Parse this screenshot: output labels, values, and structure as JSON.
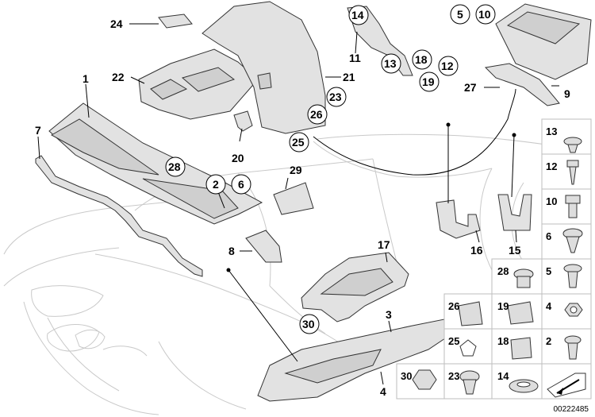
{
  "diagram": {
    "reference_number": "00222485",
    "callouts": [
      {
        "id": "c24",
        "text": "24"
      },
      {
        "id": "c22",
        "text": "22"
      },
      {
        "id": "c1",
        "text": "1"
      },
      {
        "id": "c7",
        "text": "7"
      },
      {
        "id": "c20",
        "text": "20"
      },
      {
        "id": "c21",
        "text": "21"
      },
      {
        "id": "c23",
        "text": "23"
      },
      {
        "id": "c26",
        "text": "26"
      },
      {
        "id": "c25",
        "text": "25"
      },
      {
        "id": "c28",
        "text": "28"
      },
      {
        "id": "c2",
        "text": "2"
      },
      {
        "id": "c6",
        "text": "6"
      },
      {
        "id": "c29",
        "text": "29"
      },
      {
        "id": "c8",
        "text": "8"
      },
      {
        "id": "c17",
        "text": "17"
      },
      {
        "id": "c30",
        "text": "30"
      },
      {
        "id": "c3",
        "text": "3"
      },
      {
        "id": "c4",
        "text": "4"
      },
      {
        "id": "c14",
        "text": "14"
      },
      {
        "id": "c11",
        "text": "11"
      },
      {
        "id": "c13",
        "text": "13"
      },
      {
        "id": "c18",
        "text": "18"
      },
      {
        "id": "c12",
        "text": "12"
      },
      {
        "id": "c19",
        "text": "19"
      },
      {
        "id": "c5",
        "text": "5"
      },
      {
        "id": "c10",
        "text": "10"
      },
      {
        "id": "c9",
        "text": "9"
      },
      {
        "id": "c27",
        "text": "27"
      },
      {
        "id": "c16",
        "text": "16"
      },
      {
        "id": "c15",
        "text": "15"
      }
    ],
    "legend": [
      {
        "id": "l13",
        "text": "13"
      },
      {
        "id": "l12",
        "text": "12"
      },
      {
        "id": "l10",
        "text": "10"
      },
      {
        "id": "l6",
        "text": "6"
      },
      {
        "id": "l28",
        "text": "28"
      },
      {
        "id": "l5",
        "text": "5"
      },
      {
        "id": "l26",
        "text": "26"
      },
      {
        "id": "l19",
        "text": "19"
      },
      {
        "id": "l4",
        "text": "4"
      },
      {
        "id": "l25",
        "text": "25"
      },
      {
        "id": "l18",
        "text": "18"
      },
      {
        "id": "l2",
        "text": "2"
      },
      {
        "id": "l30",
        "text": "30"
      },
      {
        "id": "l23",
        "text": "23"
      },
      {
        "id": "l14",
        "text": "14"
      }
    ]
  }
}
